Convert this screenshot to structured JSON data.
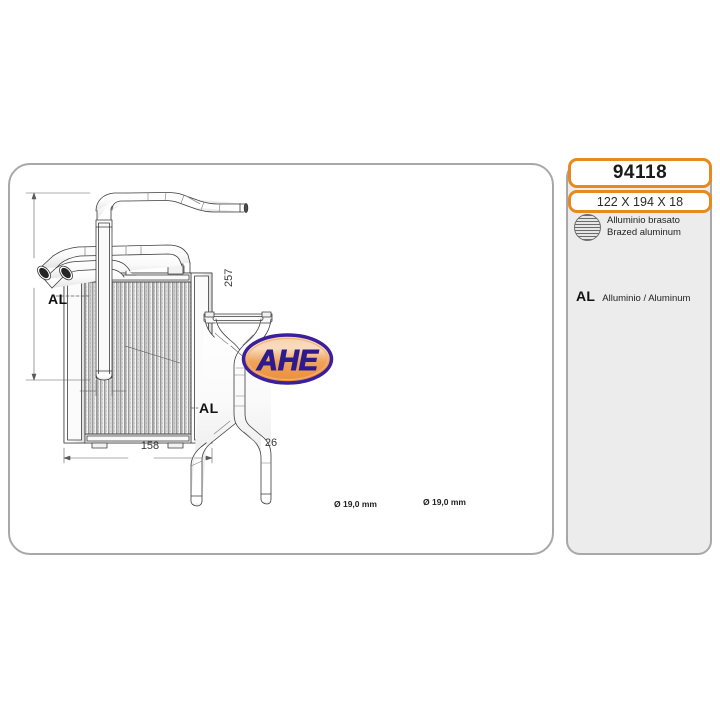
{
  "product": {
    "part_number": "94118",
    "dimensions": "122 X 194 X 18",
    "material": {
      "icon": "brazed-aluminum-swatch-icon",
      "label_it": "Alluminio brasato",
      "label_en": "Brazed aluminum"
    },
    "alloy": {
      "code": "AL",
      "label": "Alluminio  / Aluminum"
    }
  },
  "brand": {
    "name": "AHE",
    "logo_colors": {
      "text": "#2e1a8f",
      "fill_light": "#f6c99a",
      "fill_mid": "#ef9a4c",
      "border": "#3a1f9e"
    }
  },
  "drawing": {
    "title": "heater-core-technical-drawing",
    "labels": {
      "core_material_top": "AL",
      "core_material_bottom": "AL",
      "width_dimension": "158",
      "height_dimension": "257",
      "depth_dimension": "26",
      "inlet_diameter": "Ø 19,0 mm",
      "outlet_diameter": "Ø 19,0 mm"
    },
    "views": [
      {
        "name": "front-view-core",
        "caption": "158"
      },
      {
        "name": "side-view-pipe",
        "caption": "257 / 26"
      },
      {
        "name": "top-view-pipe",
        "caption": ""
      },
      {
        "name": "y-pipe-assembly",
        "caption": "Ø 19,0 mm"
      }
    ]
  },
  "theme": {
    "accent": "#e8891f",
    "panel_border": "#a8a8a8",
    "panel_bg": "#ececec",
    "line": "#4a4a4a"
  }
}
